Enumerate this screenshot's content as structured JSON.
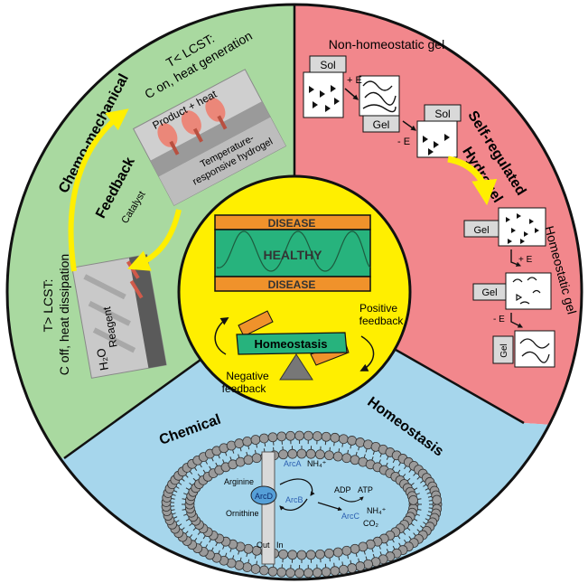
{
  "colors": {
    "green": "#a9d9a0",
    "red": "#f2878c",
    "blue": "#a6d6ec",
    "yellow": "#ffef00",
    "orange": "#f0922b",
    "teal": "#27b37d",
    "outline": "#111111"
  },
  "center": {
    "disease_top": "DISEASE",
    "healthy": "HEALTHY",
    "disease_bottom": "DISEASE",
    "homeostasis_bar": "Homeostasis",
    "positive_1": "Positive",
    "positive_2": "feedback",
    "negative_1": "Negative",
    "negative_2": "feedback"
  },
  "green_section": {
    "title_1": "Chemo-mechanical",
    "title_2": "Feedback",
    "top_1": "T< LCST:",
    "top_2": "C on, heat generation",
    "bottom_1": "T> LCST:",
    "bottom_2": "C off, heat dissipation",
    "product": "Product + heat",
    "hydrogel_1": "Temperature-",
    "hydrogel_2": "responsive hydrogel",
    "catalyst": "Catalyst",
    "reagent": "Reagent",
    "water": "H₂O"
  },
  "red_section": {
    "title_1": "Self-regulated",
    "title_2": "Hydrogel",
    "non_homeostatic": "Non-homeostatic gel",
    "homeostatic": "Homeostatic gel",
    "sol": "Sol",
    "gel": "Gel",
    "plus_e": "+ E",
    "minus_e": "- E"
  },
  "blue_section": {
    "title_1": "Chemical",
    "title_2": "Homeostasis",
    "arginine": "Arginine",
    "ornithine": "Ornithine",
    "arcd": "ArcD",
    "arca": "ArcA",
    "arcb": "ArcB",
    "arcc": "ArcC",
    "nh4_a": "NH₄⁺",
    "nh4_b": "NH₄⁺",
    "adp": "ADP",
    "atp": "ATP",
    "co2": "CO₂",
    "out": "Out",
    "in": "In"
  }
}
